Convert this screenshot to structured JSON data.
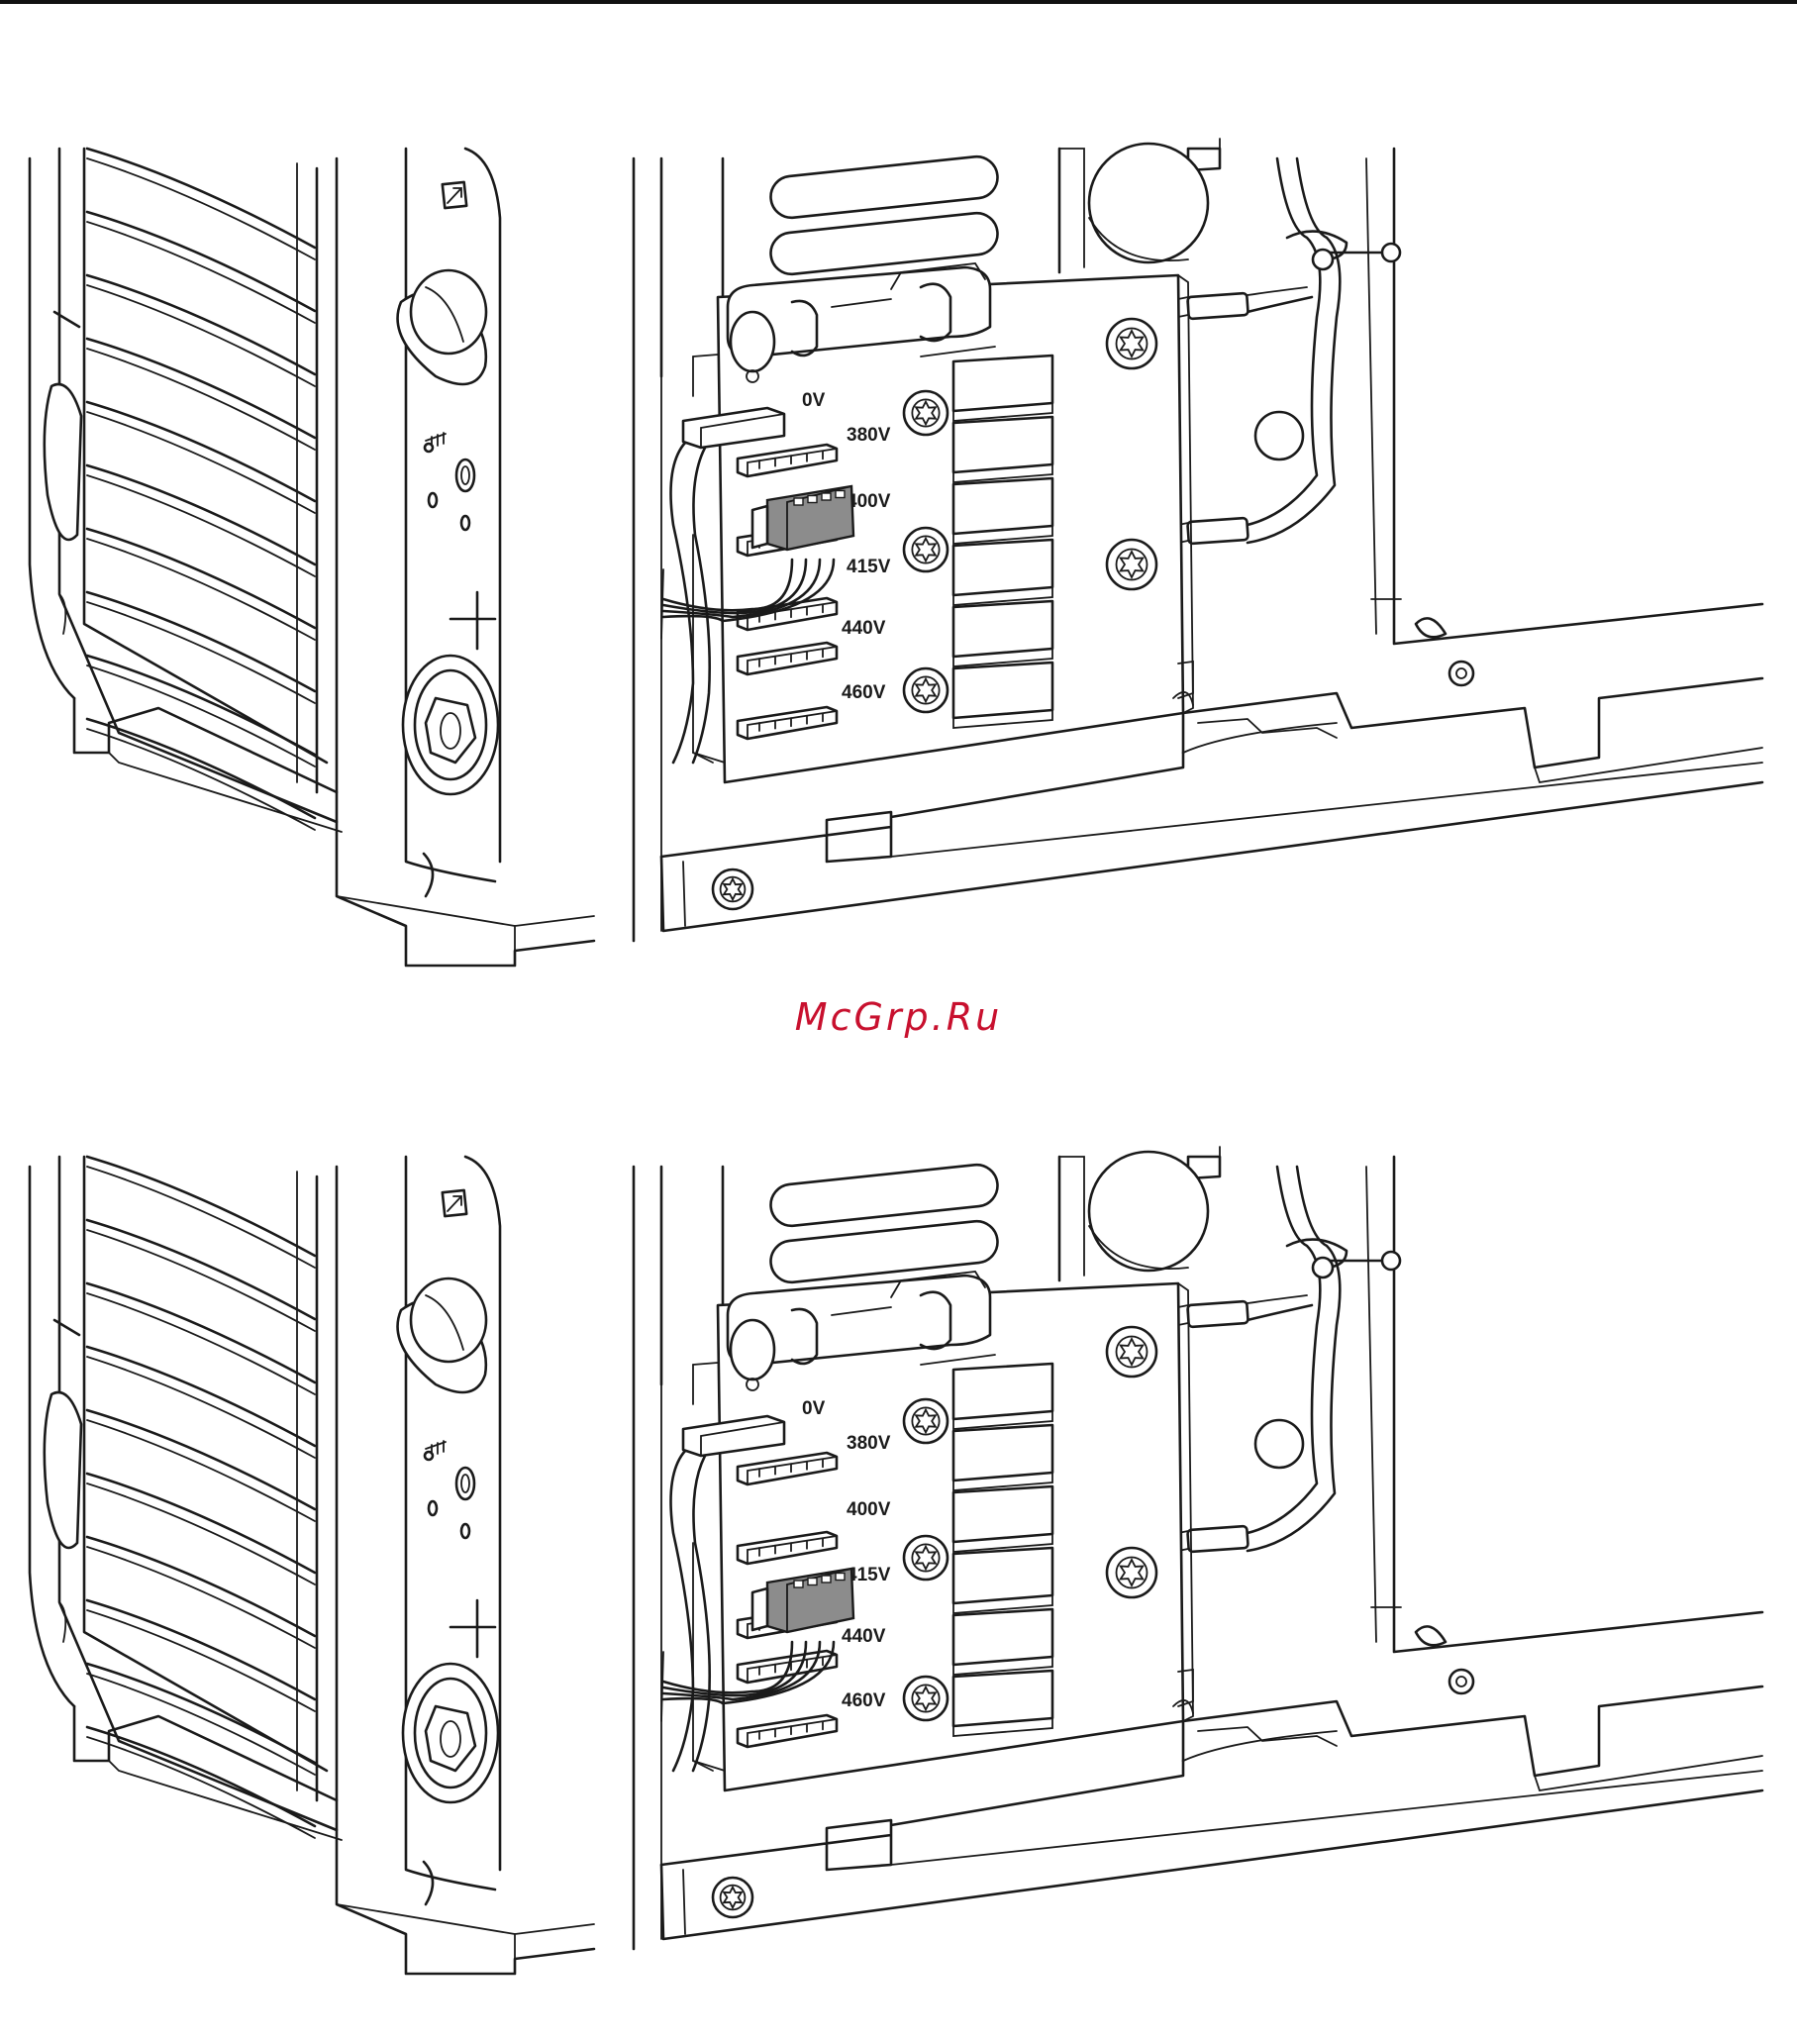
{
  "watermark": "McGrp.Ru",
  "figures": [
    {
      "id": "top",
      "tap_labels": [
        "0V",
        "380V",
        "400V",
        "415V",
        "440V",
        "460V"
      ],
      "connected_tap": "400V"
    },
    {
      "id": "bottom",
      "tap_labels": [
        "0V",
        "380V",
        "400V",
        "415V",
        "440V",
        "460V"
      ],
      "connected_tap": "415V"
    }
  ],
  "colors": {
    "line": "#1a1a1a",
    "connector": "#8c8c8c",
    "watermark": "#c8102e"
  }
}
